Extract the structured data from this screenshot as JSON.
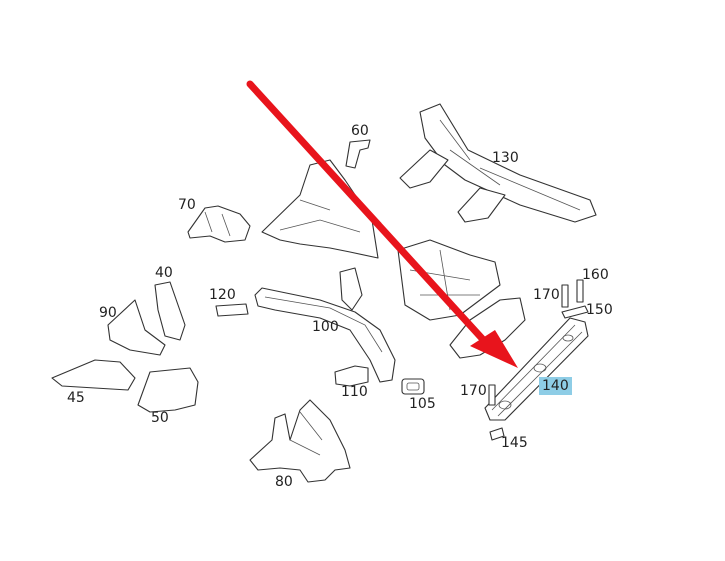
{
  "diagram": {
    "labels": {
      "p40": "40",
      "p45": "45",
      "p50": "50",
      "p60": "60",
      "p70": "70",
      "p80": "80",
      "p90": "90",
      "p100": "100",
      "p105": "105",
      "p110": "110",
      "p120": "120",
      "p130": "130",
      "p140": "140",
      "p145": "145",
      "p150": "150",
      "p160": "160",
      "p170a": "170",
      "p170b": "170"
    },
    "highlighted_label": "140",
    "colors": {
      "arrow": "#e8141c",
      "highlight": "#8ecde6",
      "line": "#333333"
    }
  }
}
